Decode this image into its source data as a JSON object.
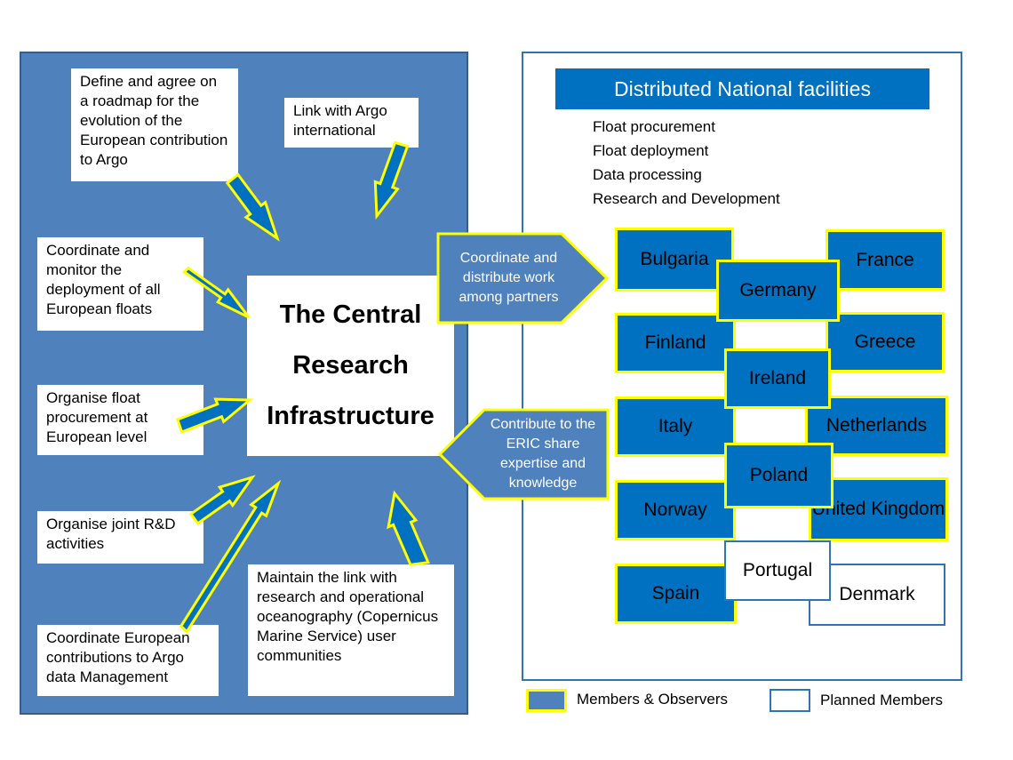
{
  "left": {
    "central_title_lines": [
      "The Central",
      "Research",
      "Infrastructure"
    ],
    "tasks": {
      "roadmap": "Define and agree on a roadmap for the evolution of the European contribution to Argo",
      "link_intl": "Link with Argo international",
      "monitor": "Coordinate and monitor the deployment of all European floats",
      "procurement": "Organise float procurement at European level",
      "rnd": "Organise joint R&D activities",
      "data_mgmt": "Coordinate European contributions to Argo data Management",
      "oceanography": "Maintain the link with research and operational oceanography (Copernicus Marine Service) user communities"
    }
  },
  "callouts": {
    "coordinate": "Coordinate and distribute work among partners",
    "contribute": "Contribute to the ERIC share expertise and knowledge"
  },
  "right": {
    "title": "Distributed National facilities",
    "activities": [
      "Float procurement",
      "Float deployment",
      "Data processing",
      "Research and Development"
    ],
    "countries": {
      "bulgaria": "Bulgaria",
      "france": "France",
      "germany": "Germany",
      "finland": "Finland",
      "greece": "Greece",
      "ireland": "Ireland",
      "italy": "Italy",
      "netherlands": "Netherlands",
      "poland": "Poland",
      "norway": "Norway",
      "united_kingdom": "United Kingdom",
      "portugal": "Portugal",
      "spain": "Spain",
      "denmark": "Denmark"
    }
  },
  "legend": {
    "members": "Members & Observers",
    "planned": "Planned Members"
  },
  "colors": {
    "panel_blue": "#4f81bd",
    "country_blue": "#0070c0",
    "highlight_yellow": "#ffff00",
    "planned_border": "#2e75b6"
  }
}
